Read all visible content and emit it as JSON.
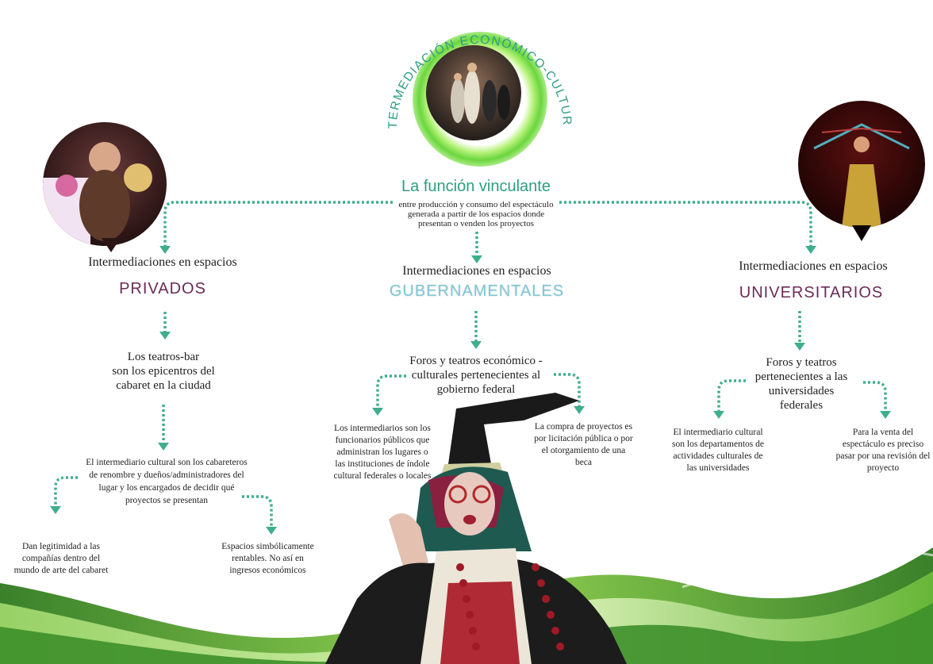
{
  "header": {
    "arc_title": "INTERMEDIACIÓN ECONÓMICO-CULTURAL",
    "function_title": "La función vinculante",
    "function_desc": [
      "entre producción y consumo del espectáculo",
      "generada a partir de los espacios donde",
      "presentan o venden los proyectos"
    ]
  },
  "colors": {
    "arrow": "#3fae8c",
    "privados": "#6b2b55",
    "gubernamentales": "#7ec8d3",
    "universitarios": "#6b2b55",
    "glow": "#7be04a"
  },
  "privados": {
    "intro": "Intermediaciones en espacios",
    "title": "PRIVADOS",
    "node1": [
      "Los teatros-bar",
      "son los epicentros del",
      "cabaret en la ciudad"
    ],
    "node2": [
      "El intermediario cultural son los cabareteros",
      "de renombre y dueños/administradores del",
      "lugar y los encargados de decidir qué",
      "proyectos se presentan"
    ],
    "leaf_left": [
      "Dan legitimidad a las",
      "compañías dentro del",
      "mundo de arte del cabaret"
    ],
    "leaf_right": [
      "Espacios simbólicamente",
      "rentables. No así en",
      "ingresos económicos"
    ]
  },
  "gubernamentales": {
    "intro": "Intermediaciones en espacios",
    "title": "GUBERNAMENTALES",
    "node1": [
      "Foros y teatros económico -",
      "culturales pertenecientes al",
      "gobierno federal"
    ],
    "leaf_left": [
      "Los intermediarios son los",
      "funcionarios públicos que",
      "administran los lugares o",
      "las instituciones de índole",
      "cultural federales o locales"
    ],
    "leaf_right": [
      "La compra de proyectos es",
      "por licitación pública o por",
      "el otorgamiento de una",
      "beca"
    ]
  },
  "universitarios": {
    "intro": "Intermediaciones en espacios",
    "title": "UNIVERSITARIOS",
    "node1": [
      "Foros y teatros",
      "pertenecientes a las",
      "universidades",
      "federales"
    ],
    "leaf_left": [
      "El intermediario cultural",
      "son los departamentos de",
      "actividades culturales de",
      "las universidades"
    ],
    "leaf_right": [
      "Para la venta del",
      "espectáculo es preciso",
      "pasar por una revisión del",
      "proyecto"
    ]
  }
}
